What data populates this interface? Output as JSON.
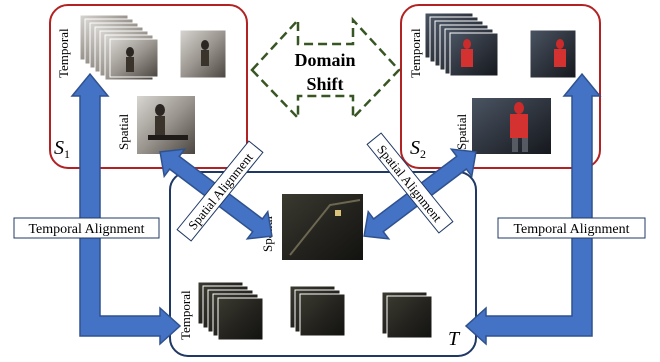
{
  "domain_shift": {
    "line1": "Domain",
    "line2": "Shift"
  },
  "source1": {
    "label": "S",
    "subscript": "1",
    "temporal": "Temporal",
    "spatial": "Spatial"
  },
  "source2": {
    "label": "S",
    "subscript": "2",
    "temporal": "Temporal",
    "spatial": "Spatial"
  },
  "target": {
    "label": "T",
    "temporal": "Temporal",
    "spatial": "Spatial"
  },
  "arrows": {
    "temporal_left": "Temporal Alignment",
    "temporal_right": "Temporal Alignment",
    "spatial_left": "Spatial Alignment",
    "spatial_right": "Spatial Alignment"
  },
  "colors": {
    "source_border": "#b22222",
    "target_border": "#1f3864",
    "arrow_fill": "#4472c4",
    "arrow_stroke": "#2f528f",
    "domain_shift": "#375623"
  }
}
